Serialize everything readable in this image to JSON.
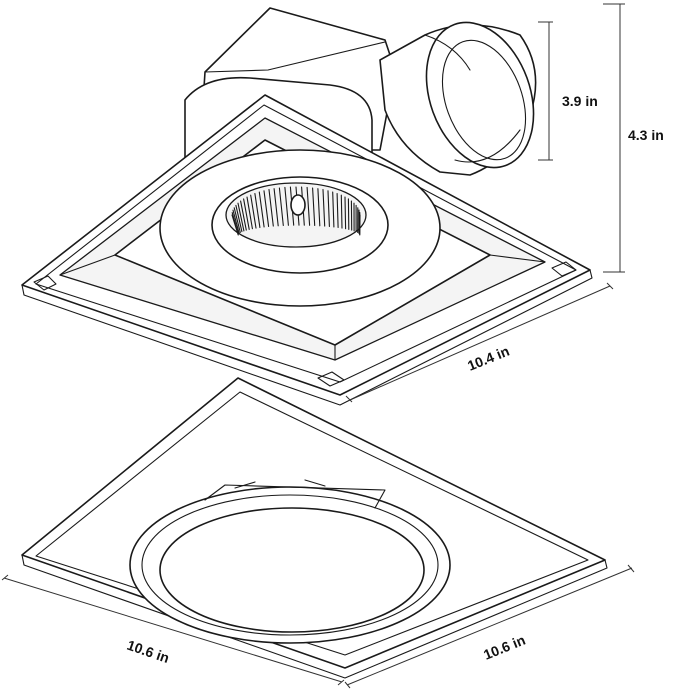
{
  "dimensions": {
    "motor_height": "3.9 in",
    "total_height": "4.3 in",
    "housing_width": "10.4 in",
    "grille_width_left": "10.6 in",
    "grille_width_right": "10.6 in"
  }
}
